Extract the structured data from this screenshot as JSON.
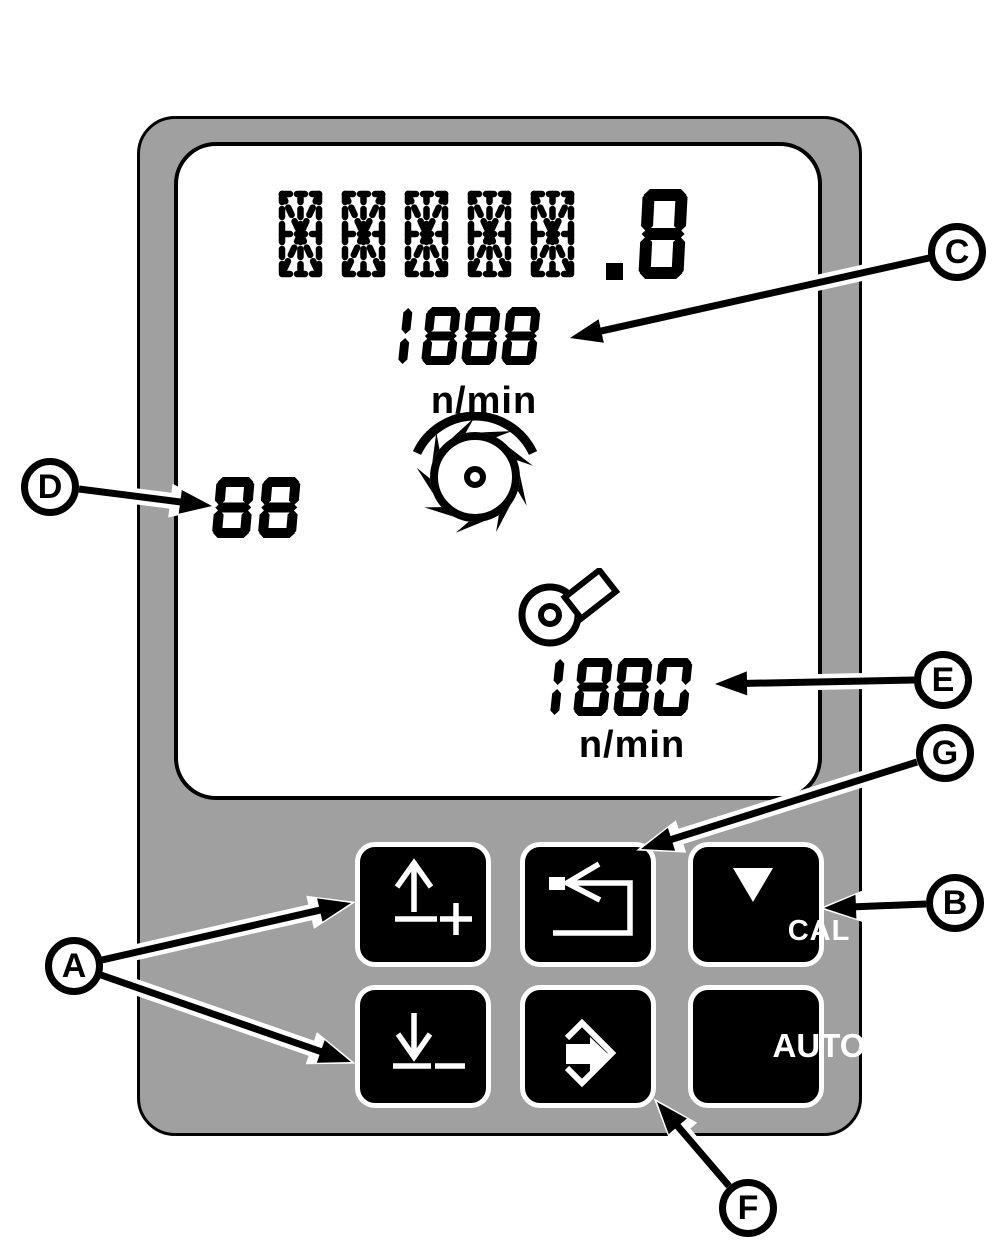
{
  "screen": {
    "big_display": {
      "placeholder_digits": "88888",
      "decimal_suffix": ".8"
    },
    "drum_display": {
      "value": "1888",
      "unit": "n/min",
      "icon": "cutting-drum-icon"
    },
    "aux_display": {
      "value": "88"
    },
    "fan_display": {
      "value": "1880",
      "unit": "n/min",
      "icon": "blower-fan-icon"
    }
  },
  "keypad": {
    "up_plus": {
      "icon": "arrow-up-plus-icon"
    },
    "return": {
      "icon": "return-loop-arrow-icon"
    },
    "cal": {
      "icon": "triangle-down-icon",
      "label": "CAL"
    },
    "down_minus": {
      "icon": "arrow-down-minus-icon"
    },
    "enter": {
      "icon": "diamond-enter-arrow-icon"
    },
    "auto": {
      "label": "AUTO"
    }
  },
  "callouts": [
    {
      "letter": "A"
    },
    {
      "letter": "B"
    },
    {
      "letter": "C"
    },
    {
      "letter": "D"
    },
    {
      "letter": "E"
    },
    {
      "letter": "F"
    },
    {
      "letter": "G"
    }
  ],
  "colors": {
    "device_body": "#a0a0a0",
    "display_bg": "#ffffff",
    "key_bg": "#000000",
    "ink": "#000000"
  }
}
